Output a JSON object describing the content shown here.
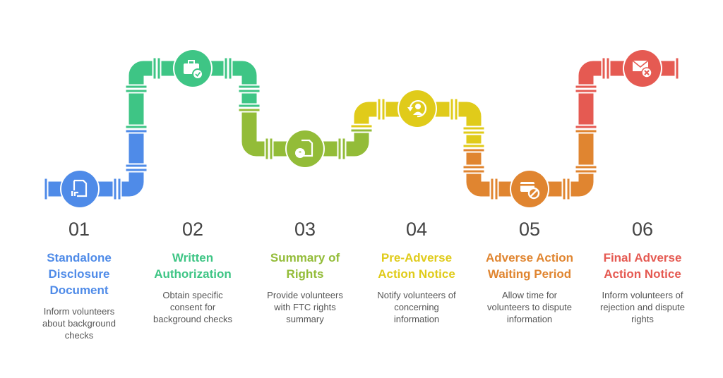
{
  "steps": [
    {
      "number": "01",
      "title": [
        "Standalone",
        "Disclosure",
        "Document"
      ],
      "desc": [
        "Inform volunteers",
        "about background",
        "checks"
      ],
      "color": "#4F8BE8",
      "icon": "document-icon"
    },
    {
      "number": "02",
      "title": [
        "Written",
        "Authorization"
      ],
      "desc": [
        "Obtain specific",
        "consent for",
        "background checks"
      ],
      "color": "#3EC585",
      "icon": "briefcase-check-icon"
    },
    {
      "number": "03",
      "title": [
        "Summary of",
        "Rights"
      ],
      "desc": [
        "Provide volunteers",
        "with FTC rights",
        "summary"
      ],
      "color": "#93BC38",
      "icon": "document-quote-icon"
    },
    {
      "number": "04",
      "title": [
        "Pre-Adverse",
        "Action Notice"
      ],
      "desc": [
        "Notify volunteers of",
        "concerning",
        "information"
      ],
      "color": "#E0CB1A",
      "icon": "person-refresh-icon"
    },
    {
      "number": "05",
      "title": [
        "Adverse Action",
        "Waiting Period"
      ],
      "desc": [
        "Allow time for",
        "volunteers to dispute",
        "information"
      ],
      "color": "#E08530",
      "icon": "card-blocked-icon"
    },
    {
      "number": "06",
      "title": [
        "Final Adverse",
        "Action Notice"
      ],
      "desc": [
        "Inform volunteers of",
        "rejection and dispute",
        "rights"
      ],
      "color": "#E55A52",
      "icon": "mail-x-icon"
    }
  ]
}
